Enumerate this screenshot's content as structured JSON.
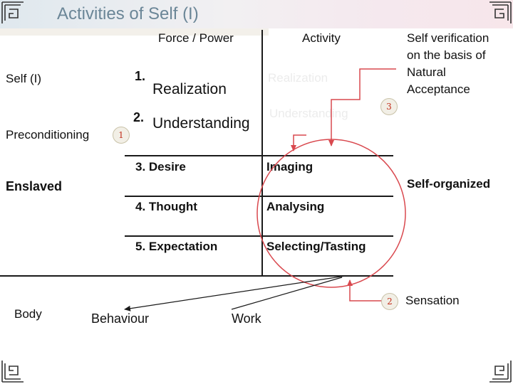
{
  "title": "Activities of Self (I)",
  "header": {
    "force": "Force / Power",
    "activity": "Activity"
  },
  "left_labels": {
    "self": "Self (I)",
    "preconditioning": "Preconditioning",
    "enslaved": "Enslaved",
    "body": "Body"
  },
  "rows": [
    {
      "num": "1.",
      "force": "Realization",
      "activity": "Realization"
    },
    {
      "num": "2.",
      "force": "Understanding",
      "activity": "Understanding"
    },
    {
      "force": "3. Desire",
      "activity": "Imaging"
    },
    {
      "force": "4. Thought",
      "activity": "Analysing"
    },
    {
      "force": "5. Expectation",
      "activity": "Selecting/Tasting"
    }
  ],
  "right_labels": {
    "self_verification": [
      "Self verification",
      "on the basis of",
      "Natural",
      "Acceptance"
    ],
    "self_organized": "Self-organized",
    "sensation": "Sensation"
  },
  "bottom_labels": {
    "behaviour": "Behaviour",
    "work": "Work"
  },
  "badges": {
    "one": "1",
    "two": "2",
    "three": "3"
  },
  "colors": {
    "title": "#6b8697",
    "circle": "#d9484e",
    "badge_text": "#c2301e",
    "arrow": "#d9484e"
  },
  "icons": {
    "corner": "greek-key-ornament"
  }
}
